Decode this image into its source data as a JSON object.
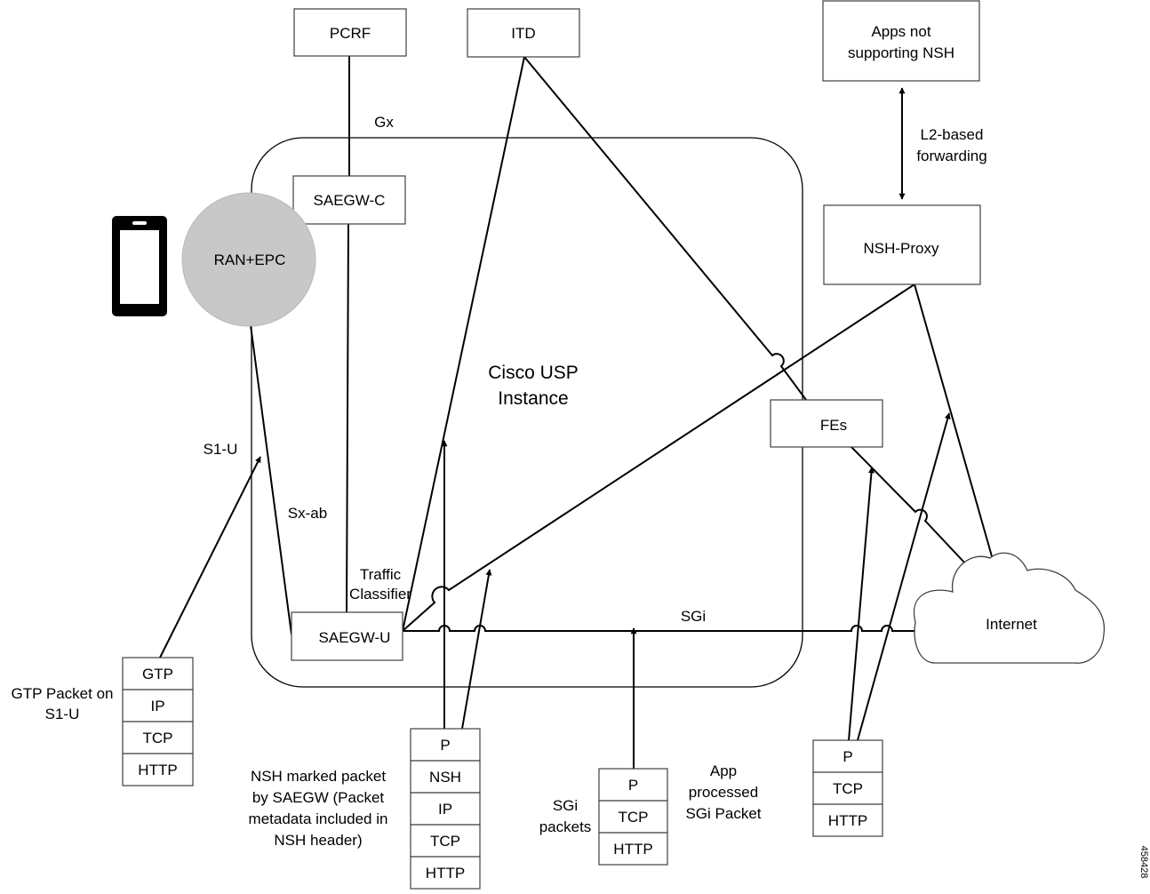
{
  "nodes": {
    "pcrf": "PCRF",
    "itd": "ITD",
    "apps_not_supporting_nsh": [
      "Apps not",
      "supporting NSH"
    ],
    "saegw_c": "SAEGW-C",
    "nsh_proxy": "NSH-Proxy",
    "ran_epc": "RAN+EPC",
    "fes": "FEs",
    "saegw_u": "SAEGW-U",
    "internet": "Internet"
  },
  "container": {
    "title": [
      "Cisco USP",
      "Instance"
    ]
  },
  "interfaces": {
    "gx": "Gx",
    "s1u": "S1-U",
    "sxab": "Sx-ab",
    "sgi": "SGi",
    "traffic_classifier": [
      "Traffic",
      "Classifier"
    ],
    "l2_forwarding": [
      "L2-based",
      "forwarding"
    ]
  },
  "packet_stacks": {
    "gtp": {
      "layers": [
        "GTP",
        "IP",
        "TCP",
        "HTTP"
      ],
      "caption": [
        "GTP Packet on",
        "S1-U"
      ]
    },
    "nsh": {
      "layers": [
        "P",
        "NSH",
        "IP",
        "TCP",
        "HTTP"
      ],
      "caption": [
        "NSH marked packet",
        "by SAEGW (Packet",
        "metadata included in",
        "NSH header)"
      ]
    },
    "sgi": {
      "layers": [
        "P",
        "TCP",
        "HTTP"
      ],
      "caption": [
        "SGi",
        "packets"
      ]
    },
    "app": {
      "layers": [
        "P",
        "TCP",
        "HTTP"
      ],
      "caption": [
        "App",
        "processed",
        "SGi Packet"
      ]
    }
  },
  "figure_id": "458428",
  "colors": {
    "ran_epc_fill": "#c8c8c8",
    "line": "#000000",
    "box_border": "#404040"
  },
  "icons": {
    "mobile": "smartphone-icon",
    "internet": "cloud-icon"
  }
}
